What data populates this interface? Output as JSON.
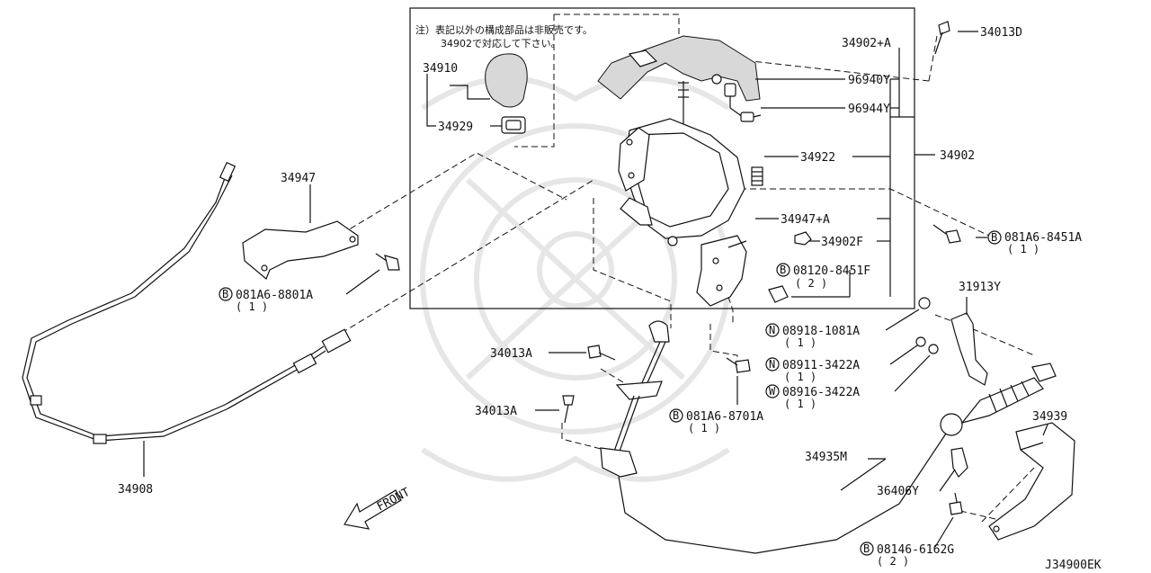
{
  "diagram_id": "J34900EK",
  "note": {
    "line1": "注）表記以外の構成部品は非販売です。",
    "line2": "34902で対応して下さい。"
  },
  "direction_label": "FRONT",
  "qty": {
    "q1": "( 1 )",
    "q2": "( 2 )"
  },
  "markers": {
    "b": "B",
    "n": "N",
    "w": "W"
  },
  "parts": {
    "p34013D": "34013D",
    "p34902A": "34902+A",
    "p96940Y": "96940Y",
    "p96944Y": "96944Y",
    "p34910": "34910",
    "p34929": "34929",
    "p34922": "34922",
    "p34902": "34902",
    "p34947": "34947",
    "p34947A": "34947+A",
    "p34902F": "34902F",
    "p081A6_8451A": "081A6-8451A",
    "p08120_8451F": "08120-8451F",
    "p081A6_8801A": "081A6-8801A",
    "p31913Y": "31913Y",
    "p08918_1081A": "08918-1081A",
    "p08911_3422A": "08911-3422A",
    "p08916_3422A": "08916-3422A",
    "p34013A_1": "34013A",
    "p34013A_2": "34013A",
    "p081A6_8701A": "081A6-8701A",
    "p34939": "34939",
    "p34935M": "34935M",
    "p36406Y": "36406Y",
    "p08146_6162G": "08146-6162G",
    "p34908": "34908"
  }
}
